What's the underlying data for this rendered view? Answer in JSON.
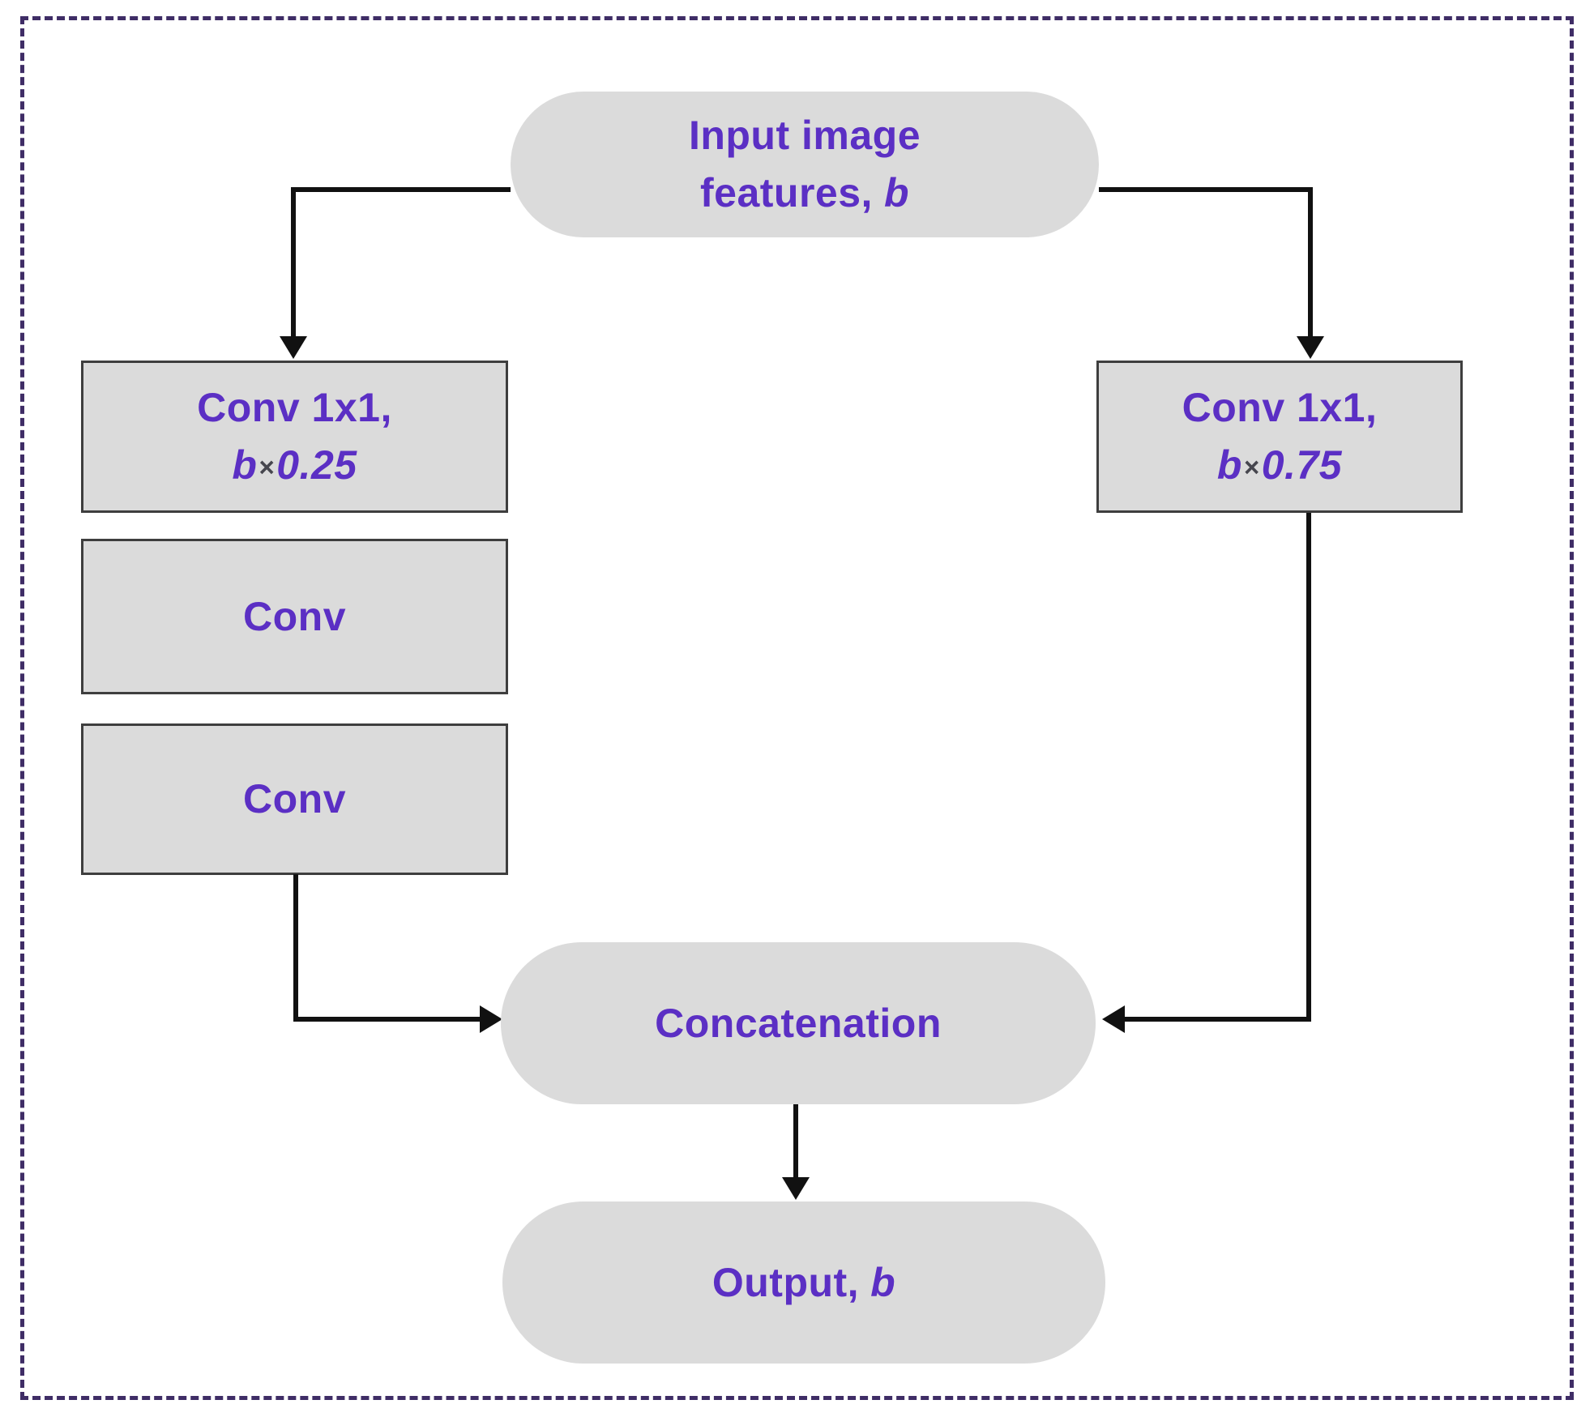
{
  "palette": {
    "background": "#ffffff",
    "node_fill": "#dbdbdb",
    "box_border": "#3e3e3e",
    "text_purple": "#5b2fc4",
    "times_gray": "#46464e",
    "arrow_black": "#111111",
    "frame_dash_purple": "#3f2d66"
  },
  "nodes": {
    "input": {
      "line1": "Input image",
      "line2_prefix": "features,",
      "line2_var": "b"
    },
    "conv_left_top": {
      "line1": "Conv 1x1,",
      "var": "b",
      "times": "×",
      "factor": "0.25"
    },
    "conv_left_mid": {
      "label": "Conv"
    },
    "conv_left_bottom": {
      "label": "Conv"
    },
    "conv_right": {
      "line1": "Conv 1x1,",
      "var": "b",
      "times": "×",
      "factor": "0.75"
    },
    "concat": {
      "label": "Concatenation"
    },
    "output": {
      "prefix": "Output,",
      "var": "b"
    }
  }
}
